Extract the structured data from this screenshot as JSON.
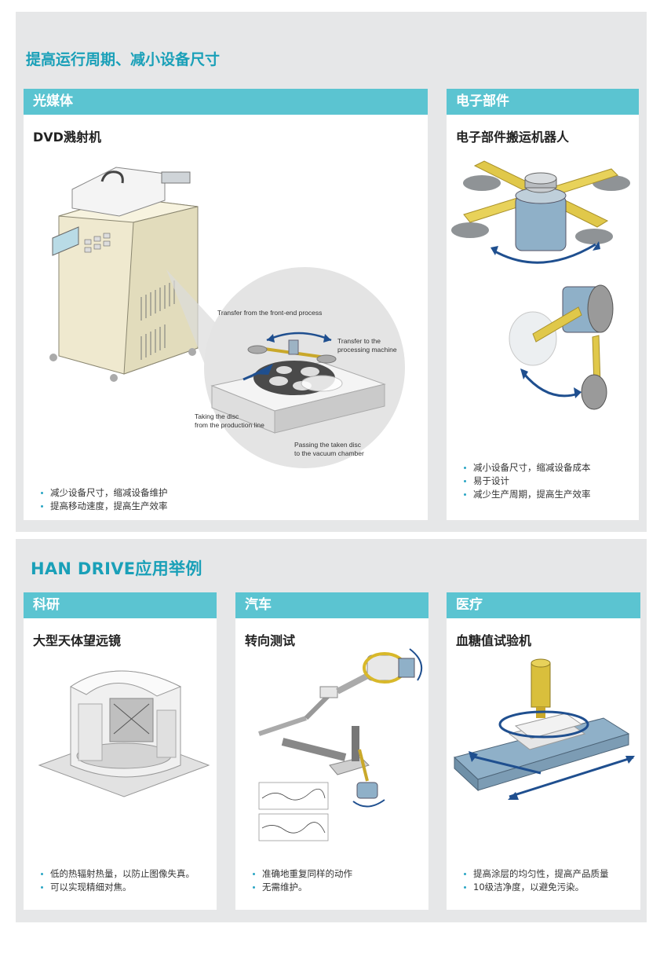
{
  "section1": {
    "title": "提高运行周期、减小设备尺寸",
    "panels": [
      {
        "category": "光媒体",
        "title": "DVD溅射机",
        "labels": {
          "front": "Transfer from the front-end process",
          "to1": "Transfer to the",
          "to2": "processing machine",
          "take1": "Taking the disc",
          "take2": "from the production line",
          "pass1": "Passing the taken disc",
          "pass2": "to the vacuum chamber"
        },
        "bullets": [
          "减少设备尺寸，缩减设备维护",
          "提高移动速度，提高生产效率"
        ]
      },
      {
        "category": "电子部件",
        "title": "电子部件搬运机器人",
        "bullets": [
          "减小设备尺寸，缩减设备成本",
          "易于设计",
          "减少生产周期，提高生产效率"
        ]
      }
    ]
  },
  "section2": {
    "title": "HAN DRIVE应用举例",
    "panels": [
      {
        "category": "科研",
        "title": "大型天体望远镜",
        "bullets": [
          "低的热辐射热量，以防止图像失真。",
          "可以实现精细对焦。"
        ]
      },
      {
        "category": "汽车",
        "title": "转向测试",
        "bullets": [
          "准确地重复同样的动作",
          "无需维护。"
        ]
      },
      {
        "category": "医疗",
        "title": "血糖值试验机",
        "bullets": [
          "提高涂层的均匀性，提高产品质量",
          "10级洁净度，以避免污染。"
        ]
      }
    ]
  },
  "colors": {
    "accent": "#5bc4d1",
    "title": "#1aa0b8",
    "panel_bg": "#e6e7e8",
    "arrow": "#1f4f8f"
  }
}
